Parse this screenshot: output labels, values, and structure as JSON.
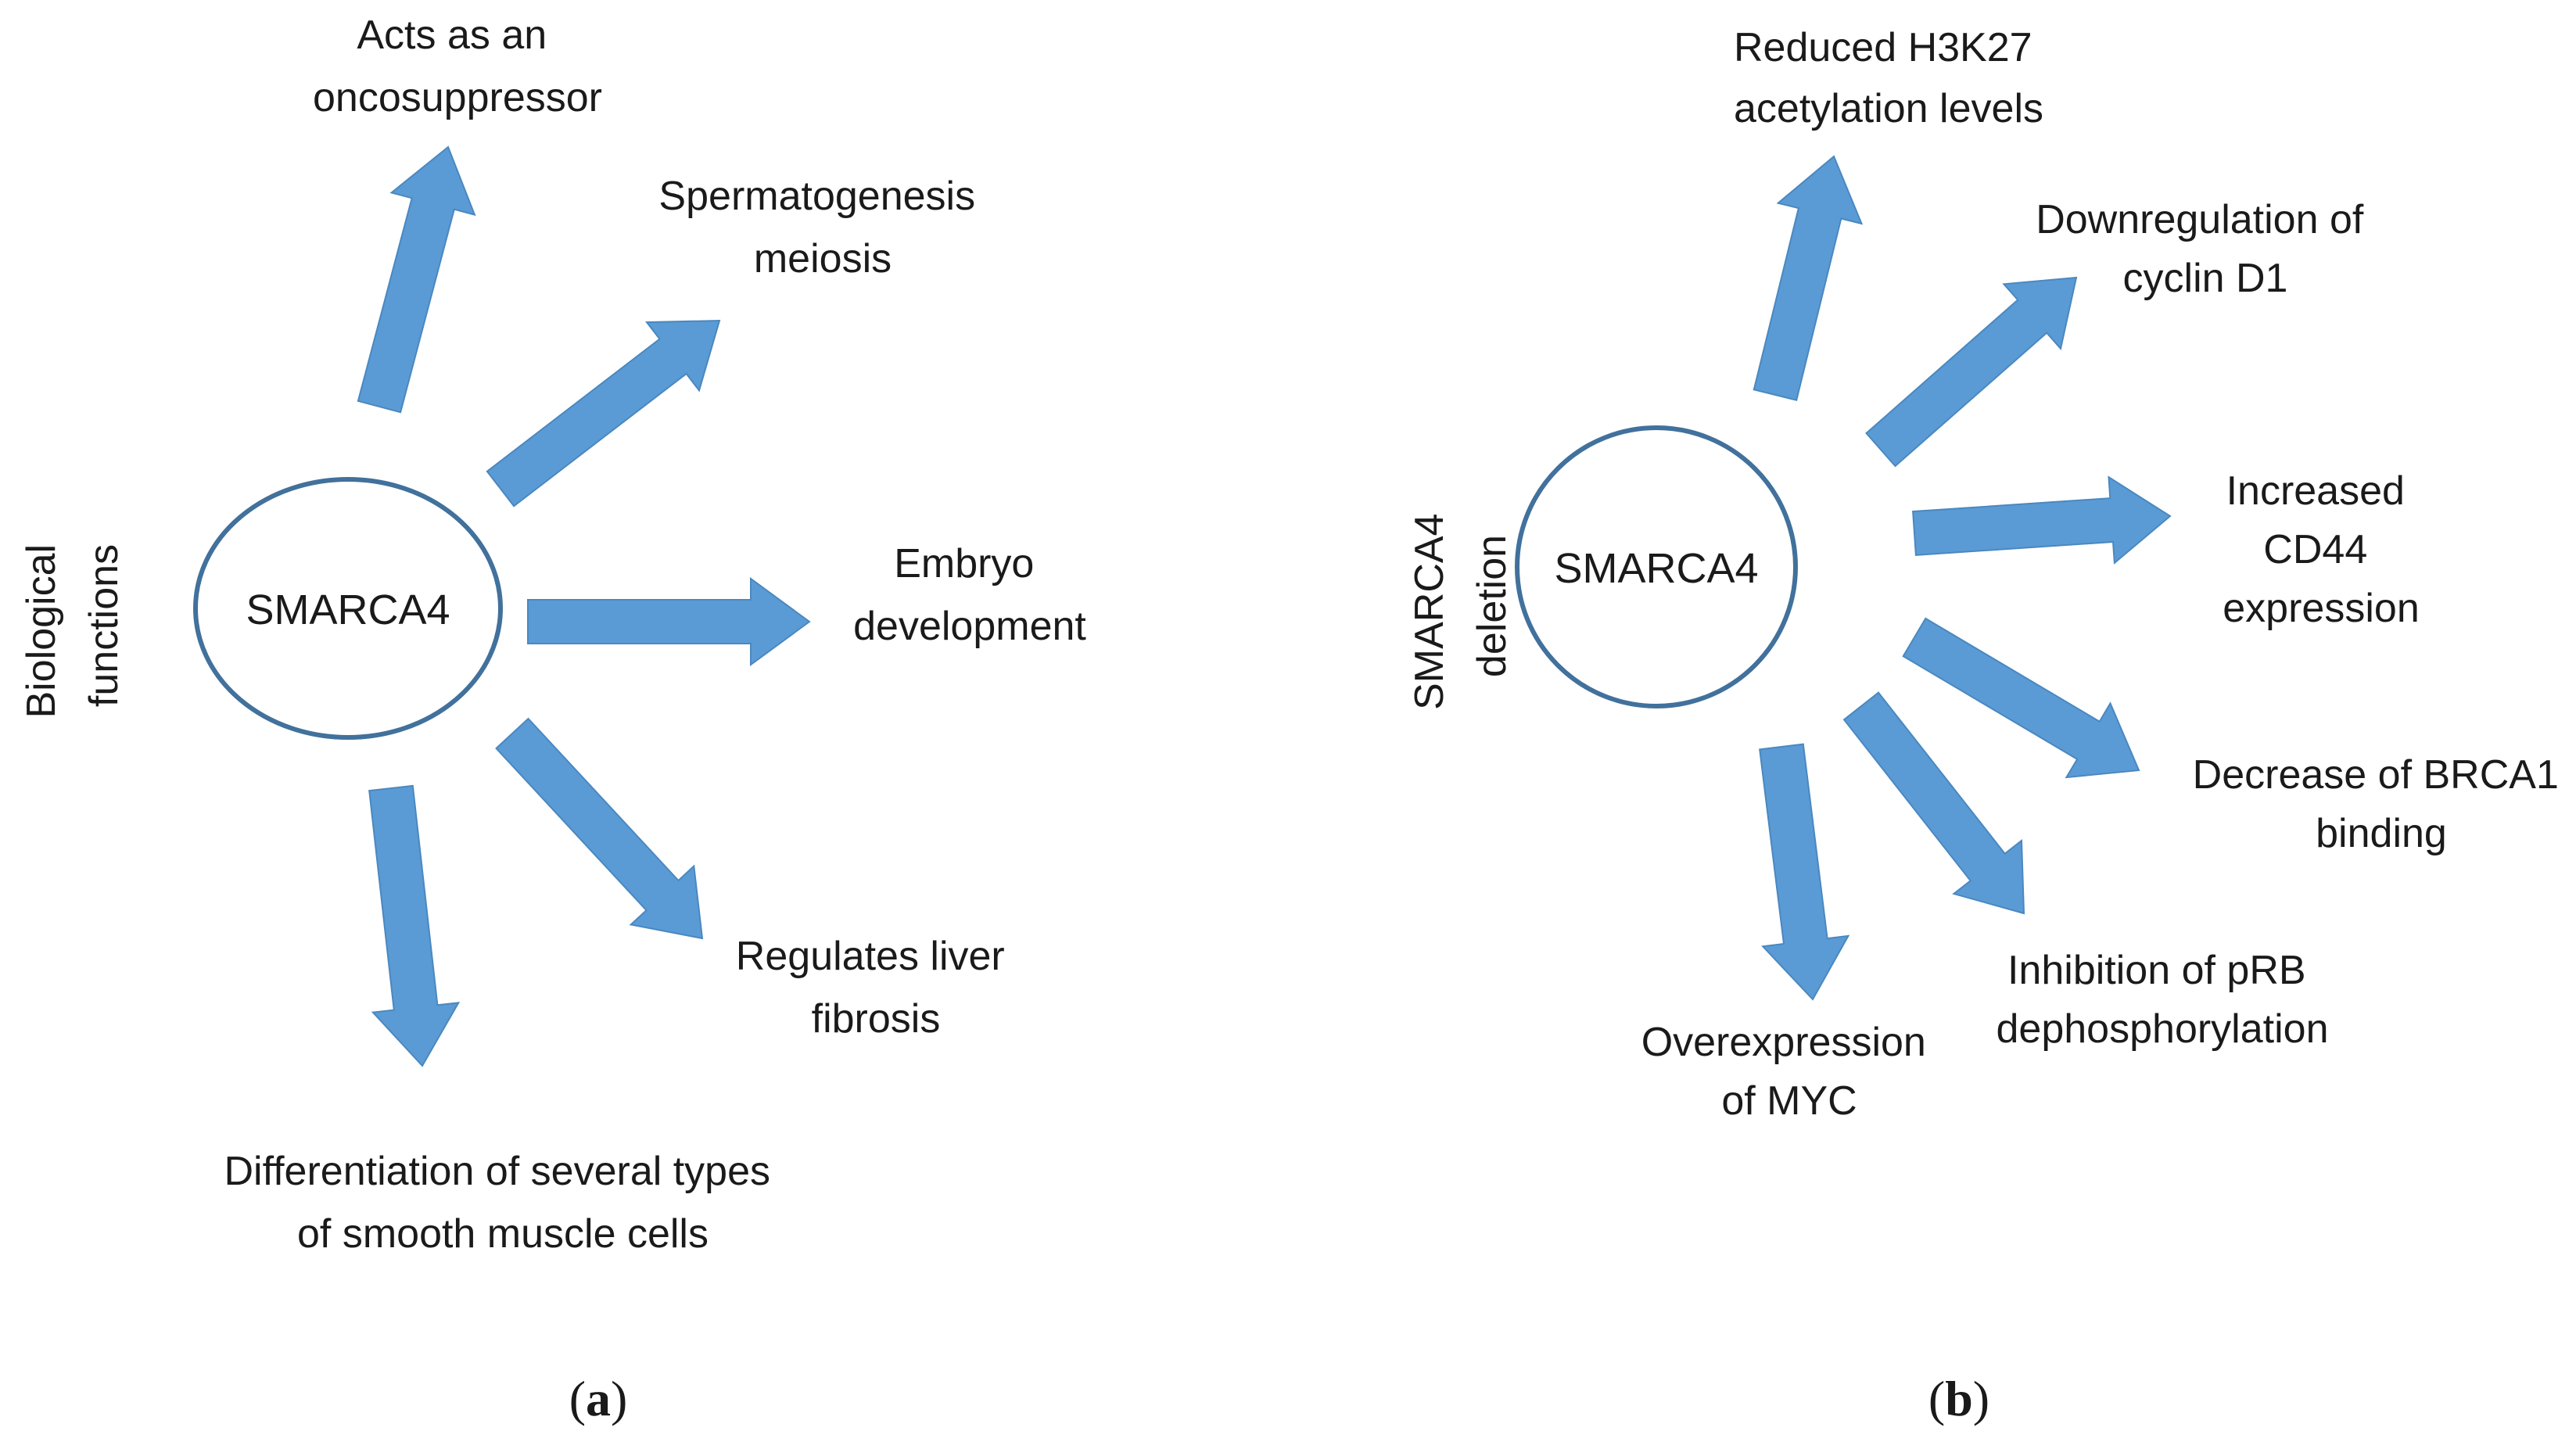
{
  "colors": {
    "arrow_fill": "#5b9bd5",
    "arrow_stroke": "#4a88c0",
    "circle_stroke": "#41719c",
    "text": "#1a1a1a"
  },
  "panel_a": {
    "caption_letter": "a",
    "side_label": [
      "Biological",
      "functions"
    ],
    "center": "SMARCA4",
    "outcomes": [
      {
        "lines": [
          "Acts as an",
          "oncosuppressor"
        ]
      },
      {
        "lines": [
          "Spermatogenesis",
          "meiosis"
        ]
      },
      {
        "lines": [
          "Embryo",
          "development"
        ]
      },
      {
        "lines": [
          "Regulates liver",
          "fibrosis"
        ]
      },
      {
        "lines": [
          "Differentiation of several types",
          "of smooth muscle cells"
        ]
      }
    ]
  },
  "panel_b": {
    "caption_letter": "b",
    "side_label": [
      "SMARCA4",
      "deletion"
    ],
    "center": "SMARCA4",
    "outcomes": [
      {
        "lines": [
          "Reduced H3K27",
          "acetylation levels"
        ]
      },
      {
        "lines": [
          "Downregulation of",
          "cyclin D1"
        ]
      },
      {
        "lines": [
          "Increased",
          "CD44",
          "expression"
        ]
      },
      {
        "lines": [
          "Decrease of BRCA1",
          "binding"
        ]
      },
      {
        "lines": [
          "Inhibition of pRB",
          "dephosphorylation"
        ]
      },
      {
        "lines": [
          "Overexpression",
          "of MYC"
        ]
      }
    ]
  }
}
